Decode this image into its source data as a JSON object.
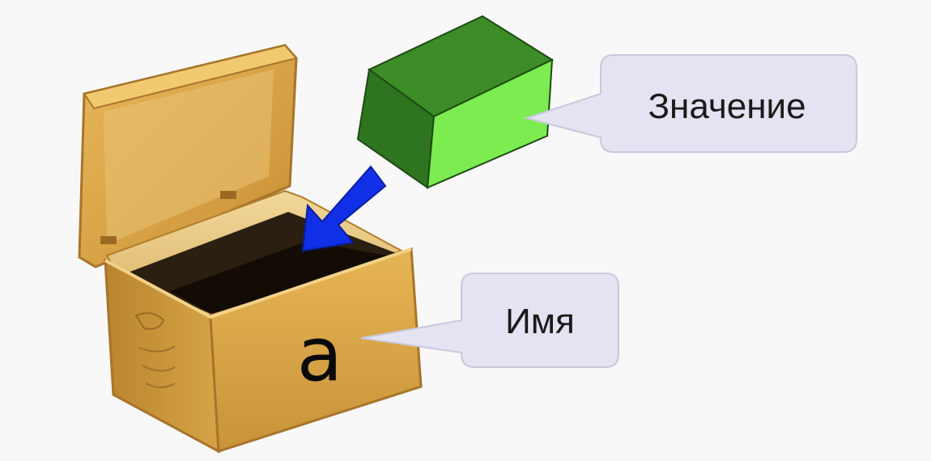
{
  "diagram": {
    "value_label": "Значение",
    "name_label": "Имя",
    "variable_letter": "a"
  },
  "colors": {
    "background": "#f8f8f8",
    "callout_fill": "#e3e3f1",
    "callout_stroke": "#c8c8dc",
    "value_block_front": "#7cec50",
    "value_block_top": "#3c8c28",
    "value_block_side": "#2e7520",
    "arrow": "#1030e8",
    "box_wood": "#d9a84a"
  },
  "icons": {
    "box": "wooden-box-icon",
    "value_block": "green-block-icon",
    "arrow": "arrow-icon"
  }
}
